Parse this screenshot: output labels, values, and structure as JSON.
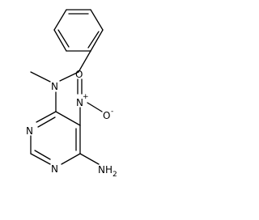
{
  "molecule": {
    "amine_n": "N",
    "nitro_n": "N",
    "nitro_n_charge": "+",
    "nitro_o_upper": "O",
    "nitro_o_lower": "O",
    "nitro_o_lower_charge": "-",
    "ring_n_upper": "N",
    "ring_n_lower": "N",
    "amino_nh": "NH",
    "amino_h_count": "2"
  }
}
